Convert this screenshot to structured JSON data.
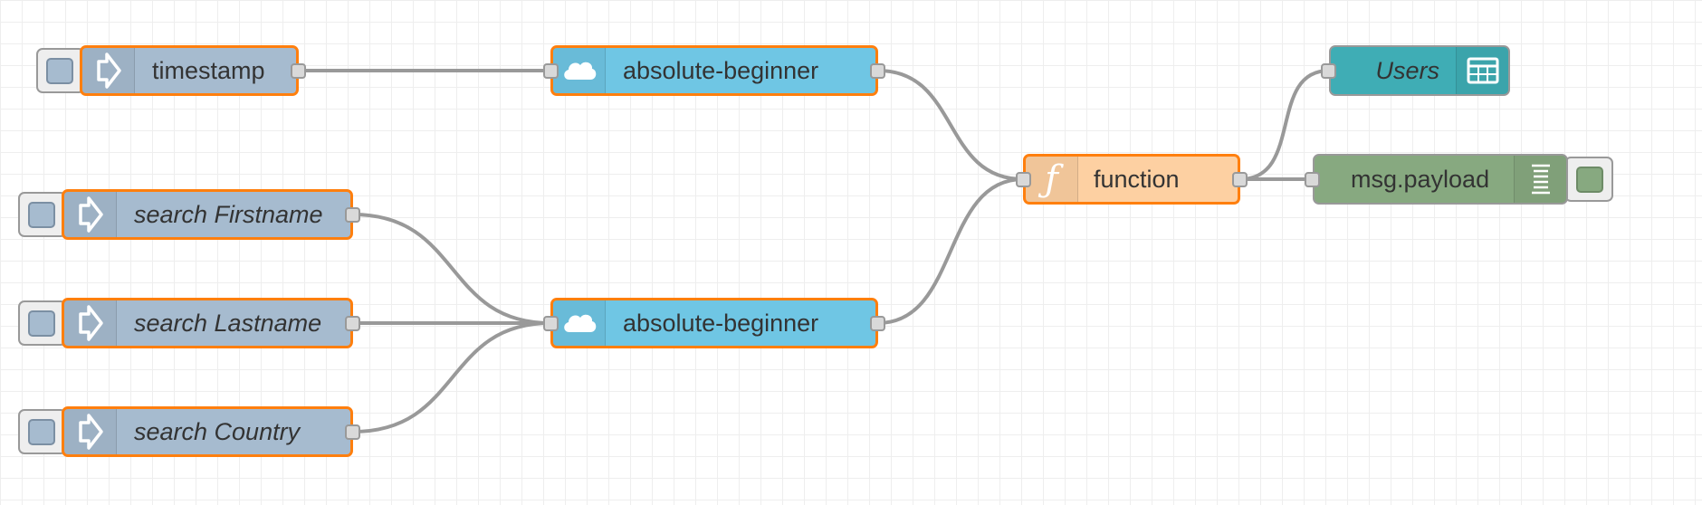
{
  "flow": {
    "inject_timestamp": {
      "label": "timestamp"
    },
    "inject_firstname": {
      "label": "search Firstname"
    },
    "inject_lastname": {
      "label": "search Lastname"
    },
    "inject_country": {
      "label": "search Country"
    },
    "db_top": {
      "label": "absolute-beginner"
    },
    "db_bottom": {
      "label": "absolute-beginner"
    },
    "function_node": {
      "label": "function"
    },
    "users_table": {
      "label": "Users"
    },
    "debug_node": {
      "label": "msg.payload"
    }
  },
  "colors": {
    "inject": "#a6bbcf",
    "database": "#6fc6e4",
    "function": "#fdd0a2",
    "table": "#3fadb5",
    "debug": "#87a980",
    "selected_border": "#ff7f0e",
    "wire": "#999999"
  },
  "icons": {
    "inject": "arrow-in-icon",
    "database": "cloud-icon",
    "function": "function-icon",
    "table": "table-icon",
    "debug": "debug-list-icon"
  }
}
